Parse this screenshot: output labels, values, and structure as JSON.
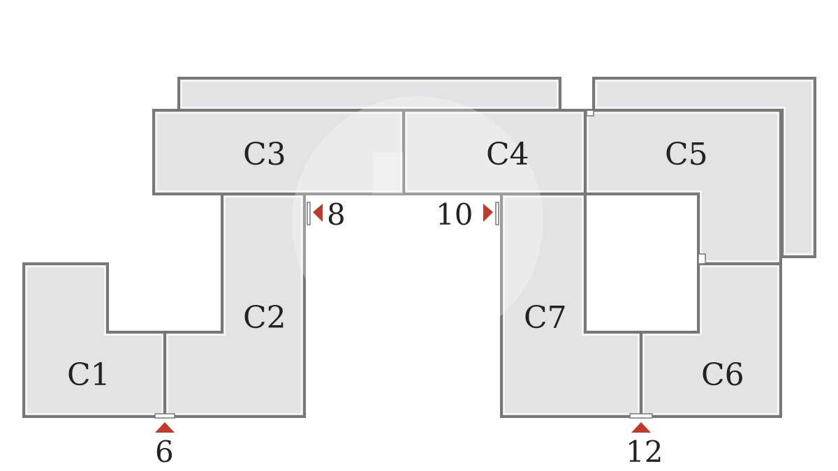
{
  "rooms": {
    "c1": "C1",
    "c2": "C2",
    "c3": "C3",
    "c4": "C4",
    "c5": "C5",
    "c6": "C6",
    "c7": "C7"
  },
  "entrances": {
    "e6": "6",
    "e8": "8",
    "e10": "10",
    "e12": "12"
  },
  "colors": {
    "room_fill": "#e3e3e5",
    "wall": "#777777",
    "marker": "#c0392b"
  }
}
